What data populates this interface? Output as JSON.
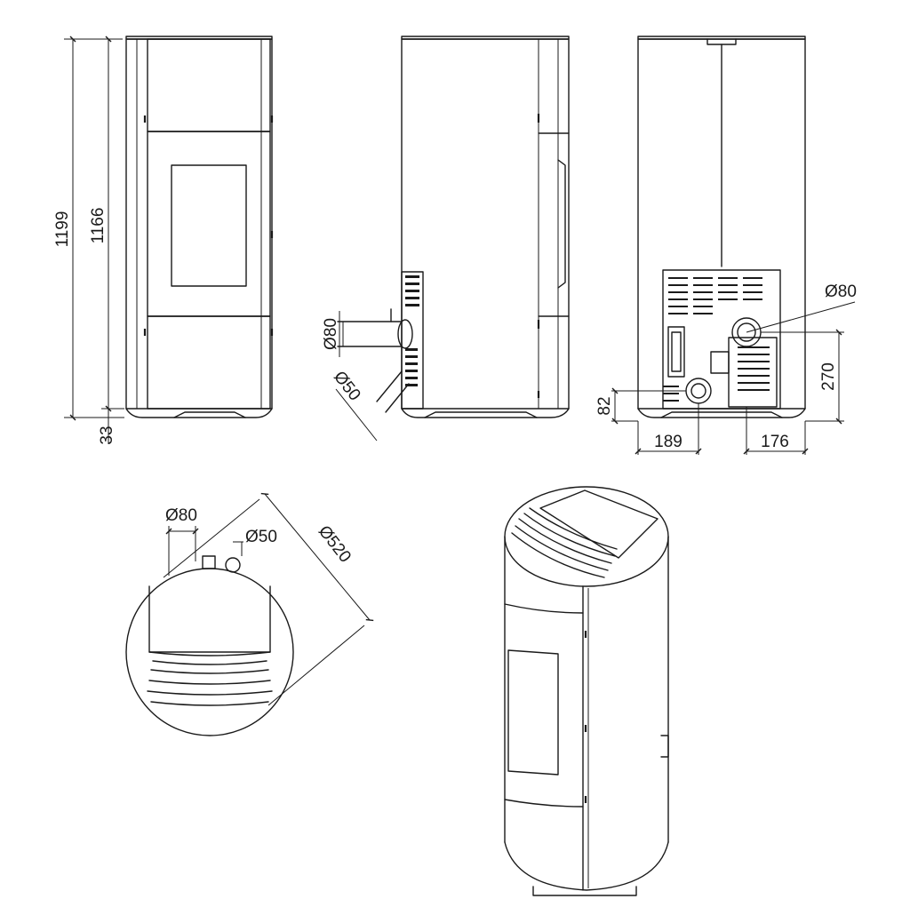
{
  "dimensions": {
    "total_height": "1199",
    "body_height": "1166",
    "foot_height": "33",
    "side_flue_diameter": "Ø80",
    "side_air_diameter": "Ø50",
    "rear_flue_diameter": "Ø80",
    "rear_flue_height": "270",
    "rear_air_height": "82",
    "rear_air_offset": "189",
    "rear_flue_offset": "176",
    "top_flue_diameter": "Ø80",
    "top_air_diameter": "Ø50",
    "top_body_diameter": "Ø520"
  }
}
